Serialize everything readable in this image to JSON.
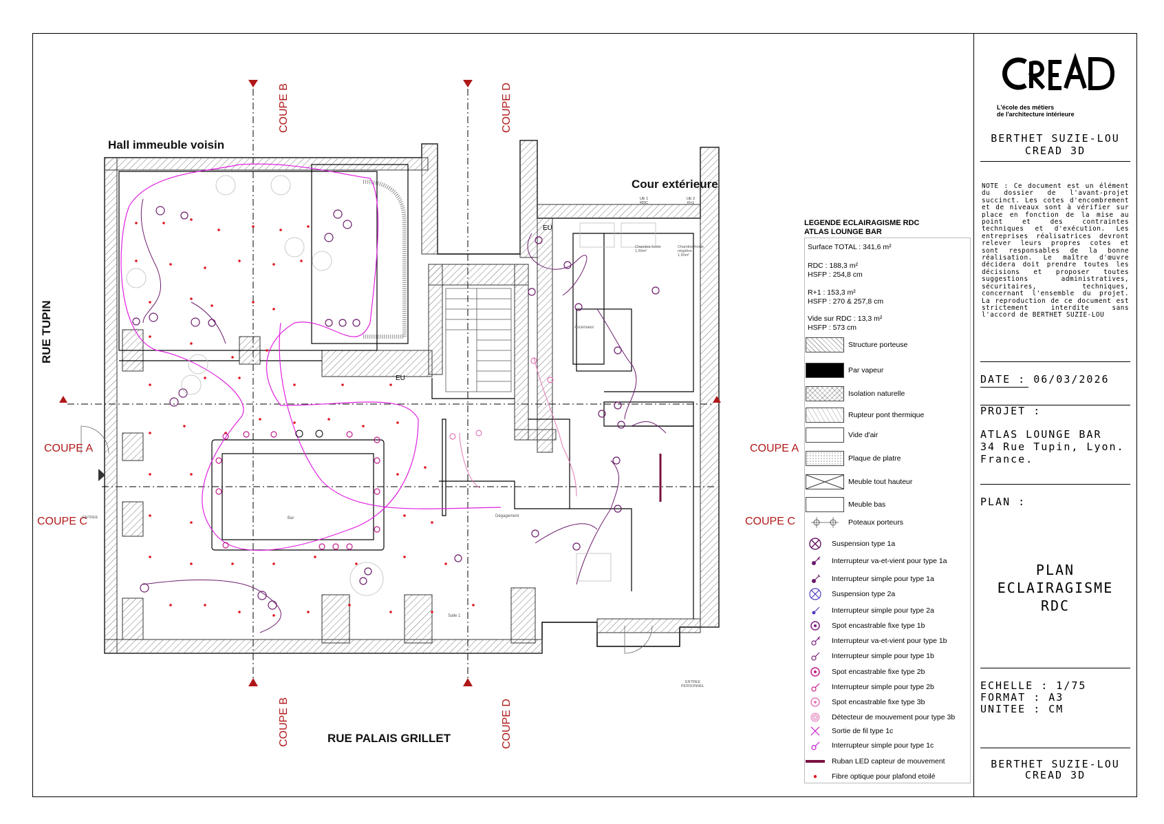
{
  "streets": {
    "top": "Hall immeuble voisin",
    "court": "Cour extérieure",
    "left": "RUE TUPIN",
    "bottom": "RUE PALAIS GRILLET"
  },
  "coupes": {
    "a": "COUPE A",
    "b": "COUPE B",
    "c": "COUPE C",
    "d": "COUPE D"
  },
  "plan_labels": {
    "eu": "EU",
    "eu2": "EU",
    "ue1": "UE 1\nRDC",
    "ue2": "UE 2\nR+1",
    "cf1": "Chambre froide\n1,50m²",
    "cf2": "Chambre froide\nnégative\n1,50m²",
    "bar": "Bar",
    "salle1": "Salle 1",
    "degagement": "Dégagement",
    "ascenseur": "Ascenseur",
    "entree_personnel": "ENTREE\nPERSONNEL",
    "entree": "ENTREE"
  },
  "legend": {
    "title1": "LEGENDE ECLAIRAGISME RDC",
    "title2": "ATLAS LOUNGE BAR",
    "surface_total": "Surface TOTAL : 341,6 m²",
    "rdc": "RDC : 188,3 m²",
    "rdc_hsfp": "HSFP : 254,8 cm",
    "r1": "R+1 : 153,3 m²",
    "r1_hsfp": "HSFP : 270 & 257,8 cm",
    "vide": "Vide sur RDC : 13,3 m²",
    "vide_hsfp": "HSFP : 573 cm",
    "materials": [
      {
        "label": "Structure porteuse",
        "pattern": "hatch"
      },
      {
        "label": "Par vapeur",
        "pattern": "black"
      },
      {
        "label": "Isolation naturelle",
        "pattern": "cross"
      },
      {
        "label": "Rupteur pont thermique",
        "pattern": "zig"
      },
      {
        "label": "Vide d'air",
        "pattern": "empty"
      },
      {
        "label": "Plaque de platre",
        "pattern": "dots"
      },
      {
        "label": "Meuble tout hauteur",
        "pattern": "x"
      },
      {
        "label": "Meuble bas",
        "pattern": "empty"
      }
    ],
    "poteaux": "Poteaux porteurs",
    "symbols": [
      {
        "label": "Suspension type 1a",
        "icon": "susp1a-icon",
        "color": "#6a1a6a"
      },
      {
        "label": "Interrupteur va-et-vient pour type 1a",
        "icon": "va-et-vient-1a-icon",
        "color": "#6a1a6a"
      },
      {
        "label": "Interrupteur simple pour type 1a",
        "icon": "simple-1a-icon",
        "color": "#6a1a6a"
      },
      {
        "label": "Suspension type 2a",
        "icon": "susp2a-icon",
        "color": "#4b3bbf"
      },
      {
        "label": "Interrupteur simple pour type 2a",
        "icon": "simple-2a-icon",
        "color": "#4b3bbf"
      },
      {
        "label": "Spot encastrable fixe type 1b",
        "icon": "spot1b-icon",
        "color": "#7a1a7a"
      },
      {
        "label": "Interrupteur va-et-vient pour type 1b",
        "icon": "va-et-vient-1b-icon",
        "color": "#7a1a7a"
      },
      {
        "label": "Interrupteur simple pour type 1b",
        "icon": "simple-1b-icon",
        "color": "#7a1a7a"
      },
      {
        "label": "Spot encastrable fixe type 2b",
        "icon": "spot2b-icon",
        "color": "#c21a8a"
      },
      {
        "label": "Interrupteur simple pour type 2b",
        "icon": "simple-2b-icon",
        "color": "#c21a8a"
      },
      {
        "label": "Spot encastrable fixe type 3b",
        "icon": "spot3b-icon",
        "color": "#e27ab8"
      },
      {
        "label": "Détecteur de mouvement pour type 3b",
        "icon": "detecteur-icon",
        "color": "#e27ab8"
      },
      {
        "label": "Sortie de fil type 1c",
        "icon": "sortie-fil-icon",
        "color": "#c21acb"
      },
      {
        "label": "Interrupteur simple pour type 1c",
        "icon": "simple-1c-icon",
        "color": "#c21acb"
      },
      {
        "label": "Ruban LED capteur de mouvement",
        "icon": "ruban-led-icon",
        "color": "#7a1040"
      },
      {
        "label": "Fibre optique pour plafond etoilé",
        "icon": "fibre-icon",
        "color": "#e0141e"
      }
    ]
  },
  "titleblock": {
    "logo": "CREAD",
    "logo_sub1": "L'école des métiers",
    "logo_sub2": "de l'architecture intérieure",
    "author1": "BERTHET SUZIE-LOU",
    "author2": "CREAD 3D",
    "note": "NOTE : Ce document est un élément du dossier de l'avant-projet succinct. Les cotes d'encombrement et de niveaux sont à vérifier sur place en fonction de la mise au point et des contraintes techniques et d'exécution. Les entreprises réalisatrices devront relever leurs propres cotes et sont responsables de la bonne réalisation. Le maître d'œuvre décidera doit prendre toutes les décisions et proposer toutes suggestions administratives, sécuritaires, techniques, concernant l'ensemble du projet. La reproduction de ce document est strictement interdite sans l'accord de BERTHET SUZIE-LOU",
    "date": "DATE : 06/03/2026",
    "projet_label": "PROJET :",
    "projet1": "ATLAS LOUNGE BAR",
    "projet2": "34 Rue Tupin, Lyon.",
    "projet3": "France.",
    "plan_label": "PLAN :",
    "plan1": "PLAN",
    "plan2": "ECLAIRAGISME",
    "plan3": "RDC",
    "echelle": "ECHELLE : 1/75",
    "format": "FORMAT : A3",
    "unitee": "UNITEE : CM",
    "author3": "BERTHET SUZIE-LOU",
    "author4": "CREAD 3D"
  },
  "colors": {
    "coupe_red": "#b01818",
    "magenta": "#e020e0",
    "purple": "#6a1a6a",
    "fibre": "#e0141e"
  }
}
